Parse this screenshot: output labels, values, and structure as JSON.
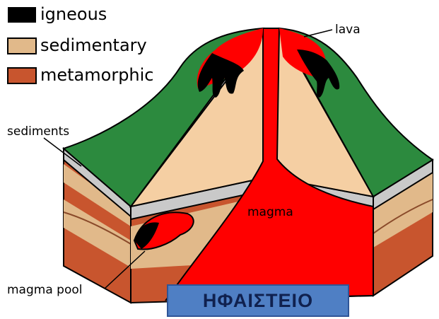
{
  "legend": [
    {
      "label": "igneous",
      "color": "#000000"
    },
    {
      "label": "sedimentary",
      "color": "#e1b98a"
    },
    {
      "label": "metamorphic",
      "color": "#c8552e"
    }
  ],
  "labels": {
    "lava": "lava",
    "sediments": "sediments",
    "magma": "magma",
    "magma_pool": "magma pool"
  },
  "title": "ΗΦΑΙΣΤΕΙΟ",
  "colors": {
    "green": "#2c8a3e",
    "gray": "#c9c9c9",
    "tan": "#f5cfa3",
    "sedimentary": "#e1b98a",
    "metamorphic": "#c8552e",
    "magma": "#ff0000",
    "igneous": "#000000",
    "title_bg": "#4f7fc4"
  }
}
